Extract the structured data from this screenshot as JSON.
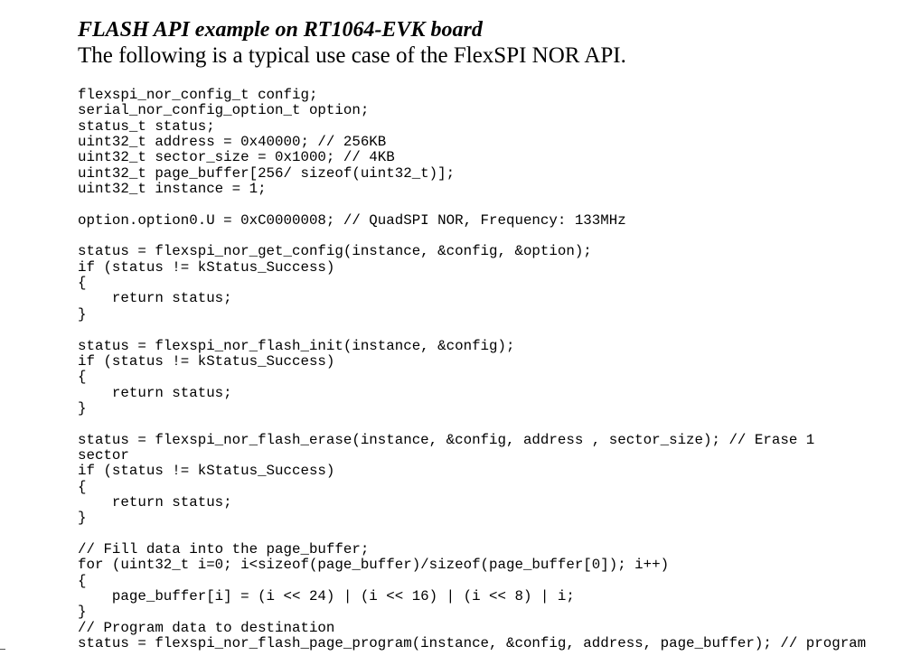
{
  "heading": "FLASH API example on RT1064-EVK board",
  "intro": "The following is a typical use case of the FlexSPI NOR API.",
  "code_lines": [
    "flexspi_nor_config_t config;",
    "serial_nor_config_option_t option;",
    "status_t status;",
    "uint32_t address = 0x40000; // 256KB",
    "uint32_t sector_size = 0x1000; // 4KB",
    "uint32_t page_buffer[256/ sizeof(uint32_t)];",
    "uint32_t instance = 1;",
    "",
    "option.option0.U = 0xC0000008; // QuadSPI NOR, Frequency: 133MHz",
    "",
    "status = flexspi_nor_get_config(instance, &config, &option);",
    "if (status != kStatus_Success)",
    "{",
    "    return status;",
    "}",
    "",
    "status = flexspi_nor_flash_init(instance, &config);",
    "if (status != kStatus_Success)",
    "{",
    "    return status;",
    "}",
    "",
    "status = flexspi_nor_flash_erase(instance, &config, address , sector_size); // Erase 1",
    "sector",
    "if (status != kStatus_Success)",
    "{",
    "    return status;",
    "}",
    "",
    "// Fill data into the page_buffer;",
    "for (uint32_t i=0; i<sizeof(page_buffer)/sizeof(page_buffer[0]); i++)",
    "{",
    "    page_buffer[i] = (i << 24) | (i << 16) | (i << 8) | i;",
    "}",
    "// Program data to destination",
    "status = flexspi_nor_flash_page_program(instance, &config, address, page_buffer); // program"
  ]
}
